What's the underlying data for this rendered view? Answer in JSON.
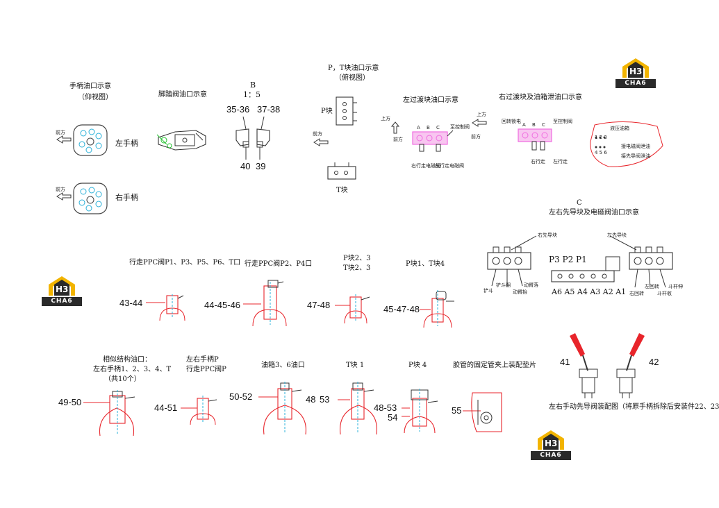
{
  "logo": {
    "letters": "H3",
    "tag": "CHA6"
  },
  "colors": {
    "red": "#e8252b",
    "pink": "#f06ce0",
    "cyan": "#2ab0d8",
    "green": "#1fc02a",
    "logo_yellow": "#f2b400",
    "logo_dark": "#2a2a2a"
  },
  "row1": {
    "handle": {
      "title": "手柄油口示意",
      "subtitle": "（仰视图）",
      "front": "前方",
      "left": "左手柄",
      "right": "右手柄"
    },
    "pedal": {
      "title": "脚踏阀油口示意"
    },
    "detailB": {
      "title": "B",
      "scale": "1：5",
      "n1": "35-36",
      "n2": "37-38",
      "n3": "40",
      "n4": "39"
    },
    "pt": {
      "title": "P，T块油口示意",
      "subtitle": "（俯视图）",
      "p": "P块",
      "t": "T块",
      "front": "前方"
    },
    "leftSwitch": {
      "title": "左过渡块油口示意",
      "up": "上方",
      "front": "前方",
      "a": "A",
      "b": "B",
      "c": "C",
      "lbl1": "至控制阀",
      "lbl2": "右行走电磁阀",
      "lbl3": "左行走电磁阀"
    },
    "rightSwitch": {
      "title": "右过渡块及油箱泄油口示意",
      "up": "上方",
      "front": "前方",
      "lbl1": "回转锁电",
      "a": "A",
      "b": "B",
      "c": "C",
      "lbl2": "至控制阀",
      "lbl3": "右行走",
      "lbl4": "左行走"
    },
    "pilot": {
      "lbl1": "液压油箱",
      "lbl2": "接电磁阀泄油",
      "lbl3": "接先导阀泄油",
      "n123": "1 2 3",
      "n456": "4 5 6"
    }
  },
  "row2": {
    "c": {
      "title": "C",
      "subtitle": "左右先导块及电磁阀油口示意",
      "left": "右先导块",
      "right": "左先导块",
      "ports": "P3  P2  P1",
      "ports2": "A6 A5 A4 A3 A2 A1",
      "l1": "铲斗",
      "l2": "铲斗翻",
      "l3": "动臂抬",
      "l4": "动臂落",
      "r1": "右回转",
      "r2": "左回转",
      "r3": "斗杆收",
      "r4": "斗杆伸"
    },
    "d1": {
      "title": "行走PPC阀P1、P3、P5、P6、T口",
      "num": "43-44"
    },
    "d2": {
      "title": "行走PPC阀P2、P4口",
      "num": "44-45-46"
    },
    "d3": {
      "title": "P块2、3",
      "subtitle": "T块2、3",
      "num": "47-48"
    },
    "d4": {
      "title": "P块1、T块4",
      "num": "45-47-48"
    }
  },
  "row3": {
    "e1": {
      "title": "相似结构油口：",
      "subtitle": "左右手柄1、2、3、4、T",
      "sub2": "（共10个）",
      "num": "49-50"
    },
    "e2": {
      "title": "左右手柄P",
      "subtitle": "行走PPC阀P",
      "num": "44-51"
    },
    "e3": {
      "title": "油箱3、6油口",
      "num1": "50-52",
      "num2": "48"
    },
    "e4": {
      "title": "T块 1",
      "num": "53"
    },
    "e5": {
      "title": "P块 4",
      "num1": "48-53",
      "num2": "54"
    },
    "e6": {
      "title": "胶管的固定管夹上装配垫片",
      "num": "55"
    },
    "e7": {
      "n1": "41",
      "n2": "42",
      "caption": "左右手动先导阀装配图（将原手柄拆除后安装件22、23"
    }
  }
}
